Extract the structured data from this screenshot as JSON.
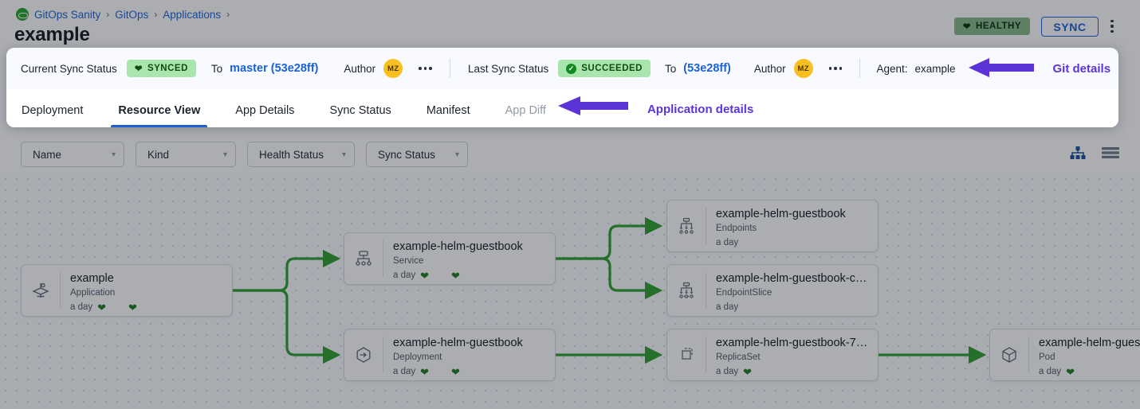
{
  "header": {
    "breadcrumb": [
      {
        "label": "GitOps Sanity"
      },
      {
        "label": "GitOps"
      },
      {
        "label": "Applications"
      }
    ],
    "separator": "›",
    "title": "example",
    "health_badge": {
      "icon": "heart-icon",
      "label": "HEALTHY",
      "color": "#87b987"
    },
    "sync_button": {
      "label": "SYNC",
      "color": "#1a62d4"
    },
    "more_menu_icon": "kebab-menu-icon"
  },
  "status_bar": {
    "current_sync": {
      "label": "Current Sync Status",
      "badge": {
        "icon": "heart-icon",
        "label": "SYNCED"
      },
      "to_label": "To",
      "revision": "master (53e28ff)",
      "author_label": "Author",
      "author_initials": "MZ",
      "more_icon": "ellipsis-icon"
    },
    "last_sync": {
      "label": "Last Sync Status",
      "badge": {
        "icon": "check-circle-icon",
        "label": "SUCCEEDED"
      },
      "to_label": "To",
      "revision": "(53e28ff)",
      "author_label": "Author",
      "author_initials": "MZ",
      "more_icon": "ellipsis-icon"
    },
    "agent": {
      "label": "Agent:",
      "value": "example"
    },
    "annotation": {
      "text": "Git details",
      "color": "#5b33d6",
      "arrow": "left-arrow-icon"
    }
  },
  "tabs": {
    "items": [
      {
        "label": "Deployment",
        "active": false,
        "muted": false
      },
      {
        "label": "Resource View",
        "active": true,
        "muted": false
      },
      {
        "label": "App Details",
        "active": false,
        "muted": false
      },
      {
        "label": "Sync Status",
        "active": false,
        "muted": false
      },
      {
        "label": "Manifest",
        "active": false,
        "muted": false
      },
      {
        "label": "App Diff",
        "active": false,
        "muted": true
      }
    ],
    "annotation": {
      "text": "Application details",
      "color": "#5b33d6",
      "arrow": "left-arrow-icon"
    }
  },
  "filters": [
    {
      "label": "Name",
      "icon": "chevron-down-icon"
    },
    {
      "label": "Kind",
      "icon": "chevron-down-icon"
    },
    {
      "label": "Health Status",
      "icon": "chevron-down-icon"
    },
    {
      "label": "Sync Status",
      "icon": "chevron-down-icon"
    }
  ],
  "view_toggles": [
    {
      "name": "tree-view-icon",
      "active": true
    },
    {
      "name": "list-view-icon",
      "active": false
    }
  ],
  "graph": {
    "nodes": [
      {
        "id": "app",
        "name": "example",
        "kind": "Application",
        "age": "a day",
        "icon": "application-icon",
        "hearts": 2
      },
      {
        "id": "service",
        "name": "example-helm-guestbook",
        "kind": "Service",
        "age": "a day",
        "icon": "service-icon",
        "hearts": 2
      },
      {
        "id": "deployment",
        "name": "example-helm-guestbook",
        "kind": "Deployment",
        "age": "a day",
        "icon": "deployment-icon",
        "hearts": 2
      },
      {
        "id": "endpoints",
        "name": "example-helm-guestbook",
        "kind": "Endpoints",
        "age": "a day",
        "icon": "endpoints-icon",
        "hearts": 0
      },
      {
        "id": "endpointslice",
        "name": "example-helm-guestbook-ct…",
        "kind": "EndpointSlice",
        "age": "a day",
        "icon": "endpointslice-icon",
        "hearts": 0
      },
      {
        "id": "replicaset",
        "name": "example-helm-guestbook-74…",
        "kind": "ReplicaSet",
        "age": "a day",
        "icon": "replicaset-icon",
        "hearts": 1
      },
      {
        "id": "pod",
        "name": "example-helm-guest",
        "kind": "Pod",
        "age": "a day",
        "icon": "pod-icon",
        "hearts": 1
      }
    ],
    "edges": [
      {
        "from": "app",
        "to": "service"
      },
      {
        "from": "app",
        "to": "deployment"
      },
      {
        "from": "service",
        "to": "endpoints"
      },
      {
        "from": "service",
        "to": "endpointslice"
      },
      {
        "from": "deployment",
        "to": "replicaset"
      },
      {
        "from": "replicaset",
        "to": "pod"
      }
    ],
    "edge_color": "#2e9e2e",
    "heart_color": "#1f7a1f"
  }
}
